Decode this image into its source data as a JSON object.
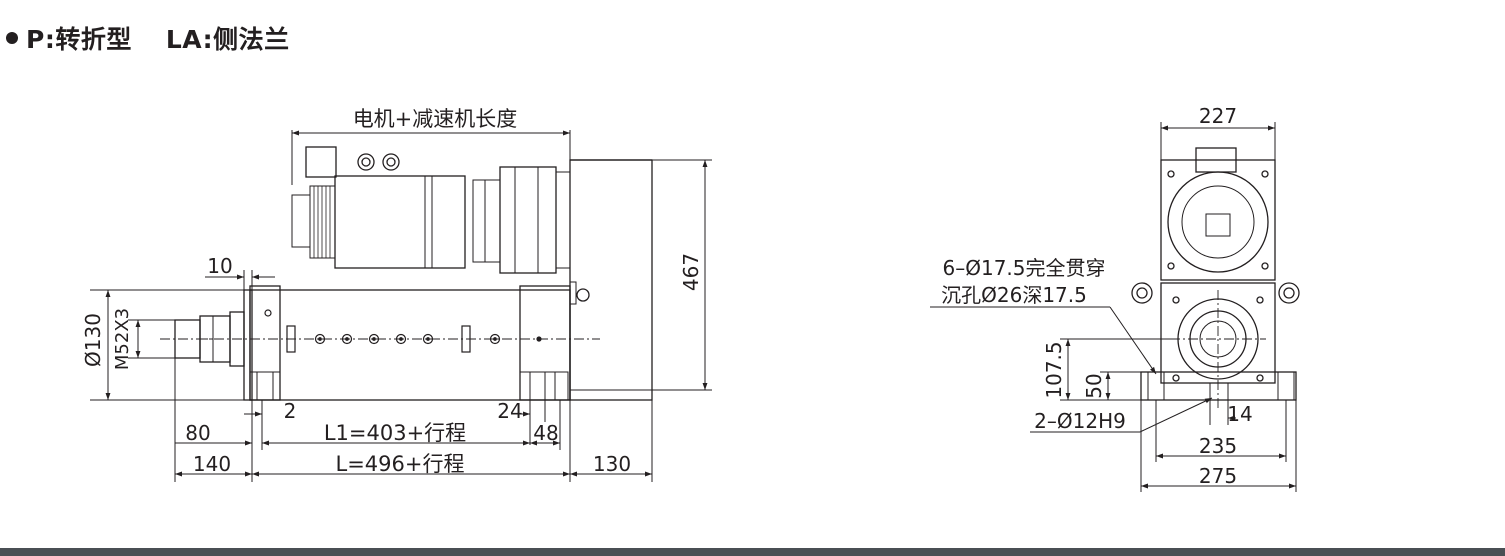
{
  "title": {
    "code_p": "P:",
    "name_p": "转折型",
    "code_la": "LA:",
    "name_la": "侧法兰"
  },
  "side_view": {
    "motor_reducer_length": "电机+减速机长度",
    "height_467": "467",
    "dim_10": "10",
    "dia_130": "Ø130",
    "thread": "M52X3",
    "dim_2": "2",
    "dim_24": "24",
    "dim_80": "80",
    "l1": "L1=403+行程",
    "dim_48": "48",
    "dim_140": "140",
    "l": "L=496+行程",
    "dim_130": "130"
  },
  "end_view": {
    "width_227": "227",
    "hole_note_1": "6–Ø17.5完全贯穿",
    "hole_note_2": "沉孔Ø26深17.5",
    "height_107_5": "107.5",
    "height_50": "50",
    "pin_hole": "2–Ø12H9",
    "dim_14": "14",
    "dim_235": "235",
    "dim_275": "275"
  }
}
